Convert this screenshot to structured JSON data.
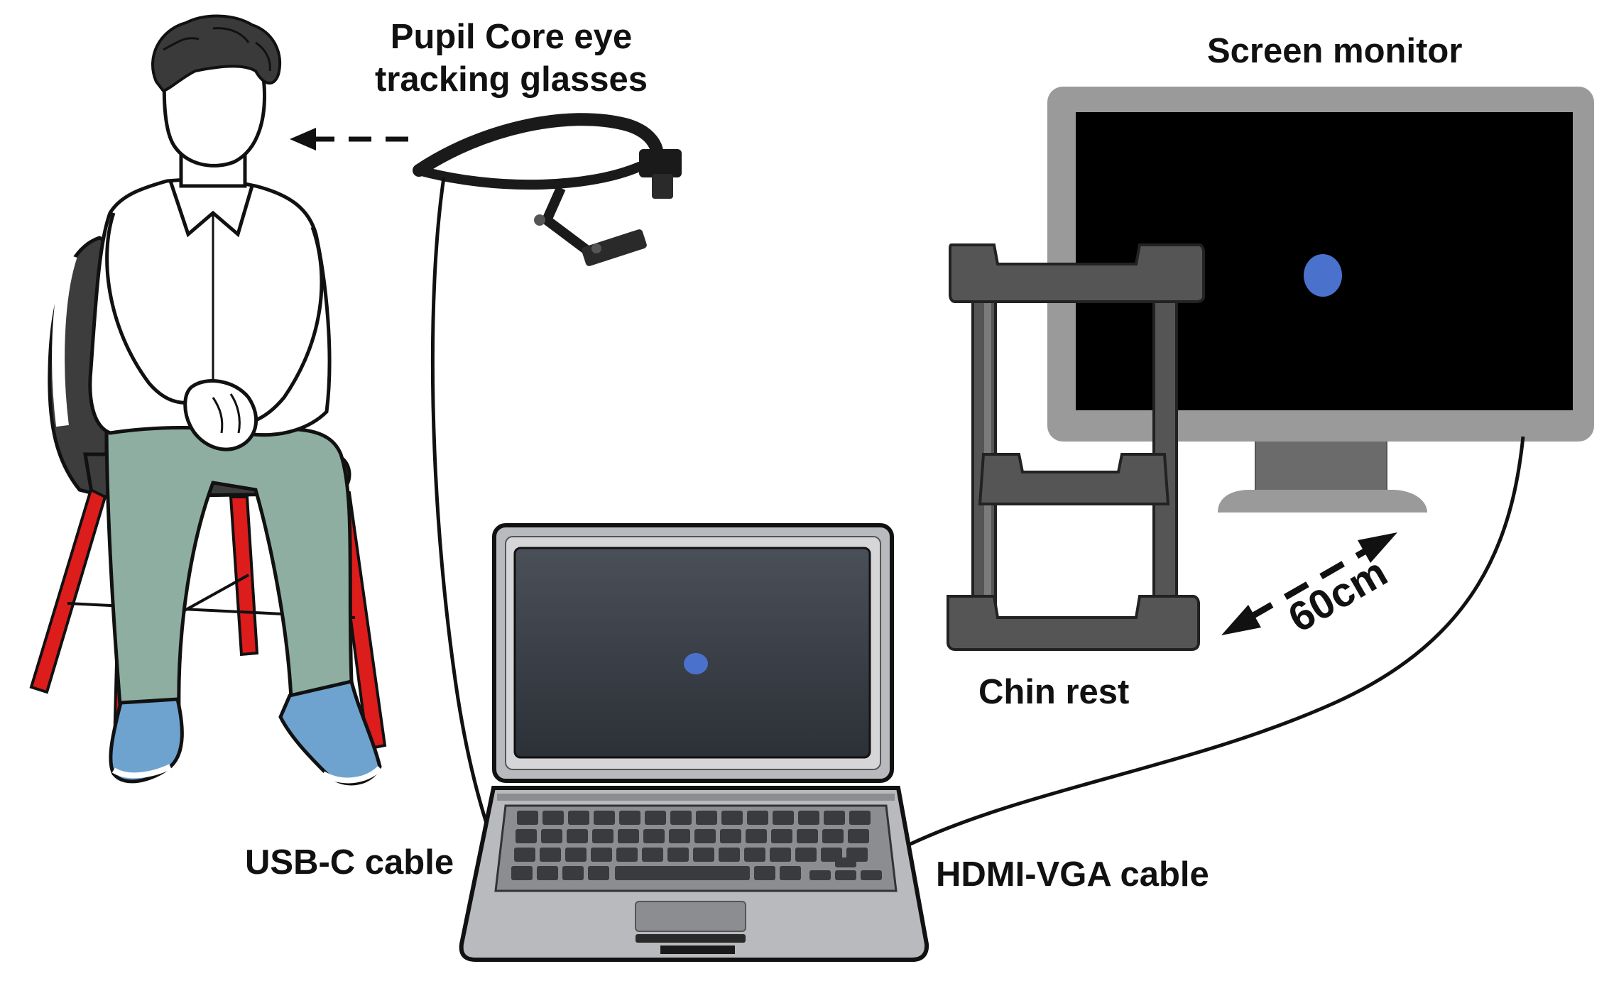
{
  "labels": {
    "glasses": [
      "Pupil Core eye",
      "tracking glasses"
    ],
    "monitor": "Screen monitor",
    "chin_rest": "Chin rest",
    "distance": "60cm",
    "usb_cable": "USB-C cable",
    "hdmi_cable": "HDMI-VGA cable"
  },
  "colors": {
    "target_dot": "#4a72cc",
    "monitor_bezel": "#9a9a9a",
    "chin_rest": "#555555",
    "laptop_body": "#b9babd",
    "chair_legs": "#dd1c1c",
    "trousers": "#8eaea1",
    "shoes": "#6fa3cf",
    "hair": "#3a3a3a"
  }
}
